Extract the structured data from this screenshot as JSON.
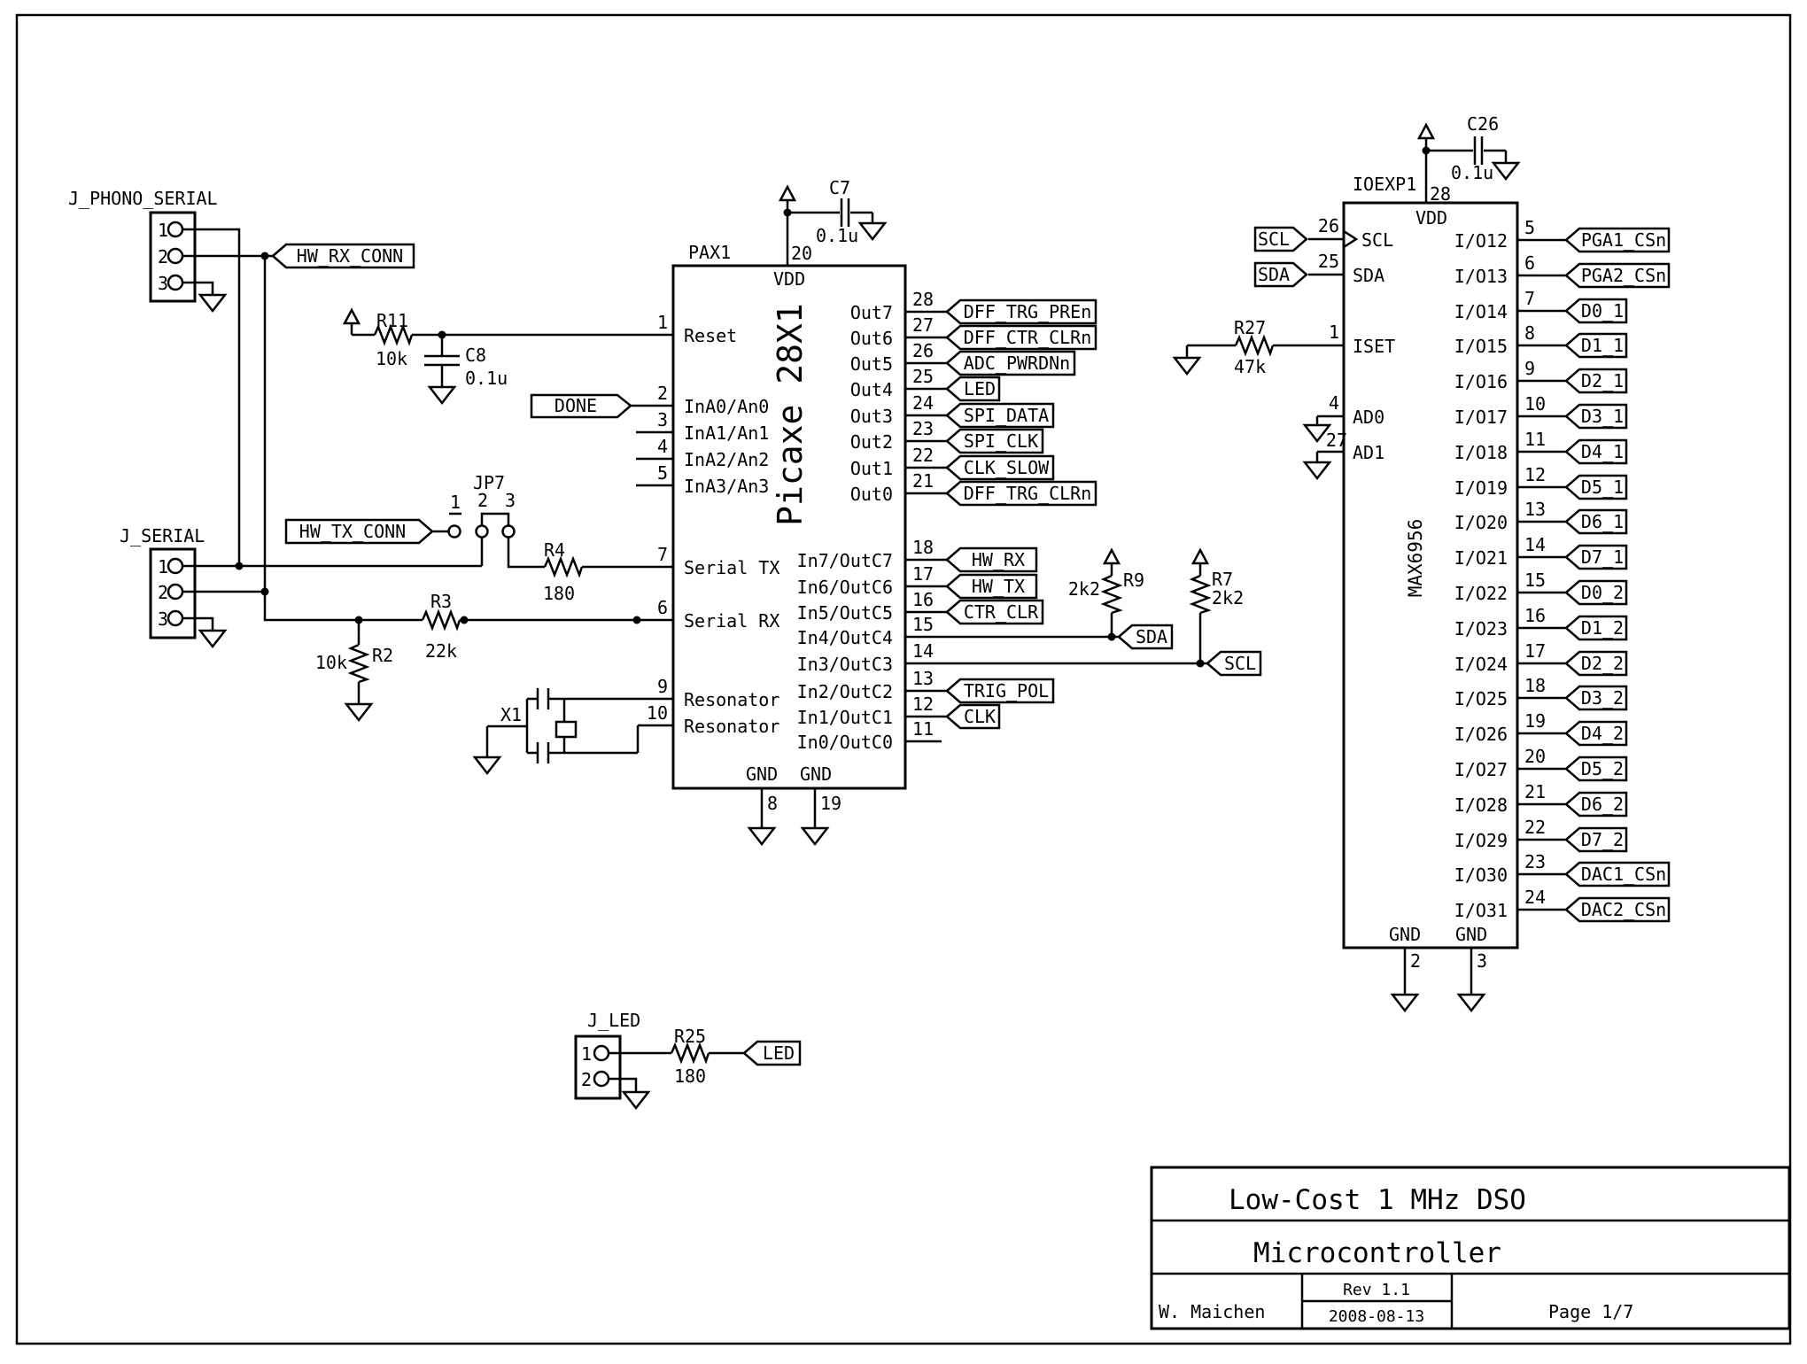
{
  "colors": {
    "ink": "#000000",
    "paper": "#ffffff"
  },
  "title_block": {
    "title": "Low-Cost 1 MHz DSO",
    "subtitle": "Microcontroller",
    "author": "W. Maichen",
    "revision": "Rev 1.1",
    "date": "2008-08-13",
    "page": "Page 1/7"
  },
  "nets": {
    "hw_rx_conn": "HW_RX_CONN",
    "hw_tx_conn": "HW_TX_CONN",
    "done": "DONE",
    "sda": "SDA",
    "scl": "SCL",
    "led": "LED"
  },
  "conn": {
    "j_phono": {
      "ref": "J_PHONO_SERIAL",
      "p1": "1",
      "p2": "2",
      "p3": "3"
    },
    "j_serial": {
      "ref": "J_SERIAL",
      "p1": "1",
      "p2": "2",
      "p3": "3"
    },
    "jp7": {
      "ref": "JP7",
      "p1": "1",
      "p2": "2",
      "p3": "3"
    },
    "j_led": {
      "ref": "J_LED",
      "p1": "1",
      "p2": "2"
    }
  },
  "parts": {
    "r11": {
      "ref": "R11",
      "val": "10k"
    },
    "r2": {
      "ref": "R2",
      "val": "10k"
    },
    "r3": {
      "ref": "R3",
      "val": "22k"
    },
    "r4": {
      "ref": "R4",
      "val": "180"
    },
    "r9": {
      "ref": "R9",
      "val": "2k2"
    },
    "r7": {
      "ref": "R7",
      "val": "2k2"
    },
    "r27": {
      "ref": "R27",
      "val": "47k"
    },
    "r25": {
      "ref": "R25",
      "val": "180"
    },
    "c7": {
      "ref": "C7",
      "val": "0.1u"
    },
    "c8": {
      "ref": "C8",
      "val": "0.1u"
    },
    "c26": {
      "ref": "C26",
      "val": "0.1u"
    },
    "x1": {
      "ref": "X1"
    }
  },
  "pax1": {
    "ref": "PAX1",
    "part": "Picaxe 28X1",
    "vdd": "VDD",
    "vdd_pin": "20",
    "gnd_l": "GND",
    "gnd_r": "GND",
    "gnd_pin_l": "8",
    "gnd_pin_r": "19",
    "lp": [
      {
        "n": "1",
        "t": "Reset"
      },
      {
        "n": "2",
        "t": "InA0/An0"
      },
      {
        "n": "3",
        "t": "InA1/An1"
      },
      {
        "n": "4",
        "t": "InA2/An2"
      },
      {
        "n": "5",
        "t": "InA3/An3"
      },
      {
        "n": "7",
        "t": "Serial TX"
      },
      {
        "n": "6",
        "t": "Serial RX"
      },
      {
        "n": "9",
        "t": "Resonator"
      },
      {
        "n": "10",
        "t": "Resonator"
      }
    ],
    "rp": [
      {
        "n": "28",
        "t": "Out7",
        "tag": "DFF_TRG_PREn"
      },
      {
        "n": "27",
        "t": "Out6",
        "tag": "DFF_CTR_CLRn"
      },
      {
        "n": "26",
        "t": "Out5",
        "tag": "ADC_PWRDNn"
      },
      {
        "n": "25",
        "t": "Out4",
        "tag": "LED"
      },
      {
        "n": "24",
        "t": "Out3",
        "tag": "SPI_DATA"
      },
      {
        "n": "23",
        "t": "Out2",
        "tag": "SPI_CLK"
      },
      {
        "n": "22",
        "t": "Out1",
        "tag": "CLK_SLOW"
      },
      {
        "n": "21",
        "t": "Out0",
        "tag": "DFF_TRG_CLRn"
      },
      {
        "n": "18",
        "t": "In7/OutC7",
        "tag": "HW_RX"
      },
      {
        "n": "17",
        "t": "In6/OutC6",
        "tag": "HW_TX"
      },
      {
        "n": "16",
        "t": "In5/OutC5",
        "tag": "CTR_CLR"
      },
      {
        "n": "15",
        "t": "In4/OutC4"
      },
      {
        "n": "14",
        "t": "In3/OutC3"
      },
      {
        "n": "13",
        "t": "In2/OutC2",
        "tag": "TRIG_POL"
      },
      {
        "n": "12",
        "t": "In1/OutC1",
        "tag": "CLK"
      },
      {
        "n": "11",
        "t": "In0/OutC0"
      }
    ]
  },
  "ioexp1": {
    "ref": "IOEXP1",
    "part": "MAX6956",
    "vdd": "VDD",
    "vdd_pin": "28",
    "gnd_l": "GND",
    "gnd_r": "GND",
    "gnd_pin_l": "2",
    "gnd_pin_r": "3",
    "lp": [
      {
        "n": "26",
        "t": "SCL",
        "tag": "SCL"
      },
      {
        "n": "25",
        "t": "SDA",
        "tag": "SDA"
      },
      {
        "n": "1",
        "t": "ISET"
      },
      {
        "n": "4",
        "t": "AD0"
      },
      {
        "n": "27",
        "t": "AD1"
      }
    ],
    "rp": [
      {
        "n": "5",
        "t": "I/O12",
        "tag": "PGA1_CSn"
      },
      {
        "n": "6",
        "t": "I/O13",
        "tag": "PGA2_CSn"
      },
      {
        "n": "7",
        "t": "I/O14",
        "tag": "D0_1"
      },
      {
        "n": "8",
        "t": "I/O15",
        "tag": "D1_1"
      },
      {
        "n": "9",
        "t": "I/O16",
        "tag": "D2_1"
      },
      {
        "n": "10",
        "t": "I/O17",
        "tag": "D3_1"
      },
      {
        "n": "11",
        "t": "I/O18",
        "tag": "D4_1"
      },
      {
        "n": "12",
        "t": "I/O19",
        "tag": "D5_1"
      },
      {
        "n": "13",
        "t": "I/O20",
        "tag": "D6_1"
      },
      {
        "n": "14",
        "t": "I/O21",
        "tag": "D7_1"
      },
      {
        "n": "15",
        "t": "I/O22",
        "tag": "D0_2"
      },
      {
        "n": "16",
        "t": "I/O23",
        "tag": "D1_2"
      },
      {
        "n": "17",
        "t": "I/O24",
        "tag": "D2_2"
      },
      {
        "n": "18",
        "t": "I/O25",
        "tag": "D3_2"
      },
      {
        "n": "19",
        "t": "I/O26",
        "tag": "D4_2"
      },
      {
        "n": "20",
        "t": "I/O27",
        "tag": "D5_2"
      },
      {
        "n": "21",
        "t": "I/O28",
        "tag": "D6_2"
      },
      {
        "n": "22",
        "t": "I/O29",
        "tag": "D7_2"
      },
      {
        "n": "23",
        "t": "I/O30",
        "tag": "DAC1_CSn"
      },
      {
        "n": "24",
        "t": "I/O31",
        "tag": "DAC2_CSn"
      }
    ]
  }
}
